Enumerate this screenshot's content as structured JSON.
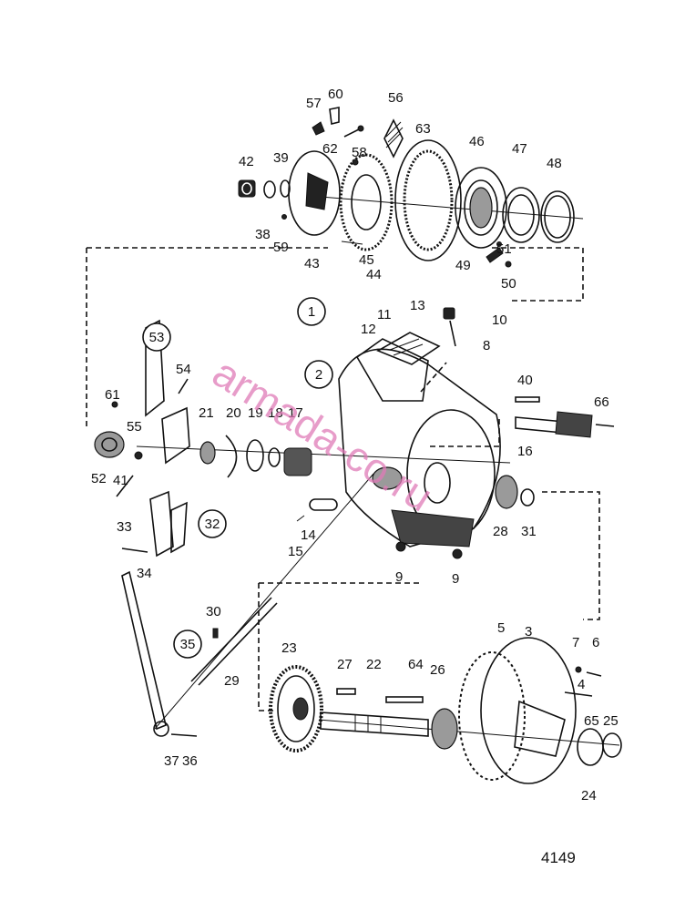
{
  "labels": [
    "57",
    "60",
    "56",
    "62",
    "58",
    "63",
    "46",
    "47",
    "48",
    "42",
    "39",
    "38",
    "59",
    "43",
    "45",
    "44",
    "51",
    "49",
    "50",
    "1",
    "13",
    "11",
    "10",
    "12",
    "8",
    "53",
    "54",
    "2",
    "40",
    "61",
    "55",
    "21",
    "20",
    "19",
    "18",
    "17",
    "66",
    "16",
    "52",
    "41",
    "28",
    "31",
    "32",
    "14",
    "33",
    "15",
    "9",
    "9",
    "34",
    "30",
    "35",
    "5",
    "3",
    "7",
    "6",
    "23",
    "27",
    "22",
    "64",
    "26",
    "4",
    "29",
    "65",
    "25",
    "37",
    "36",
    "24"
  ],
  "circled": [
    "1",
    "2",
    "53",
    "32",
    "35"
  ],
  "watermark": "armada-co.ru",
  "figure_code": "4149",
  "colors": {
    "ink": "#111111",
    "watermark": "#e07bb8",
    "background": "#ffffff"
  }
}
